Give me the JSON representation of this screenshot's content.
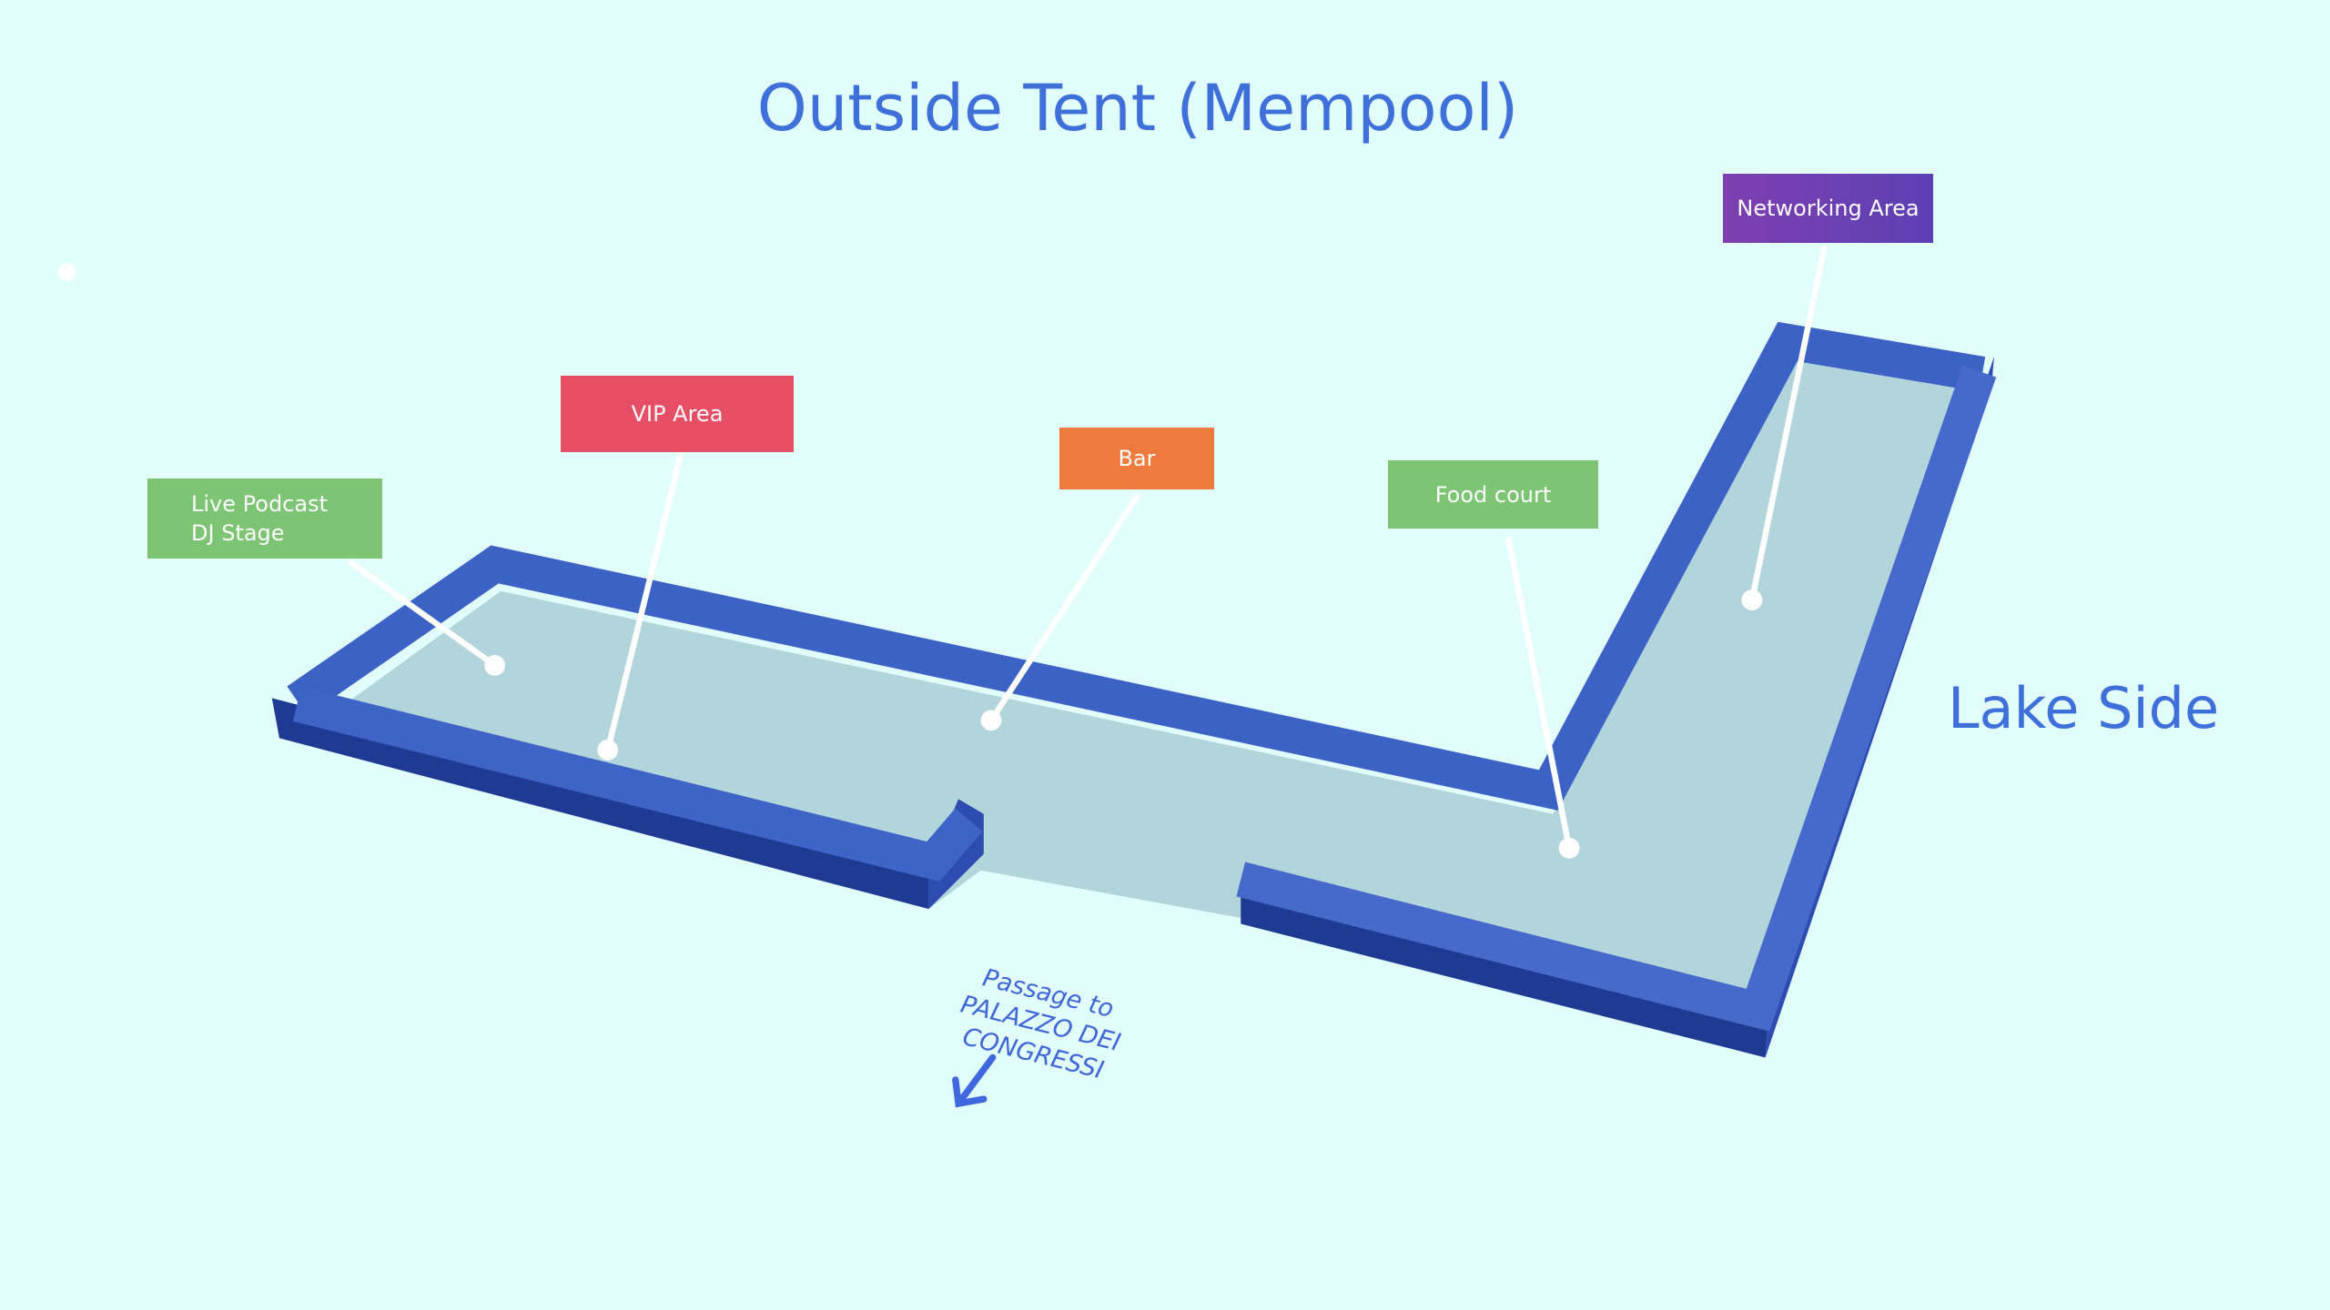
{
  "title": "Outside Tent (Mempool)",
  "side_label": "Lake Side",
  "passage_label": "Passage to PALAZZO DEI CONGRESSI",
  "passage_lines": [
    "Passage to",
    "PALAZZO DEI",
    "CONGRESSI"
  ],
  "areas": [
    {
      "name": "Live Podcast DJ Stage",
      "lines": [
        "Live Podcast",
        "DJ Stage"
      ],
      "color": "#7dc474"
    },
    {
      "name": "VIP Area",
      "color": "#e54e64"
    },
    {
      "name": "Bar",
      "color": "#ef7a3d"
    },
    {
      "name": "Food court",
      "color": "#7dc474"
    },
    {
      "name": "Networking Area",
      "color": "#6c3fb4"
    }
  ],
  "colors": {
    "text_accent": "#3f70d9",
    "wall": "#3d62c6",
    "wall_dark": "#1e3a94",
    "floor": "#b3d5dc",
    "background": "#e2fefc"
  }
}
